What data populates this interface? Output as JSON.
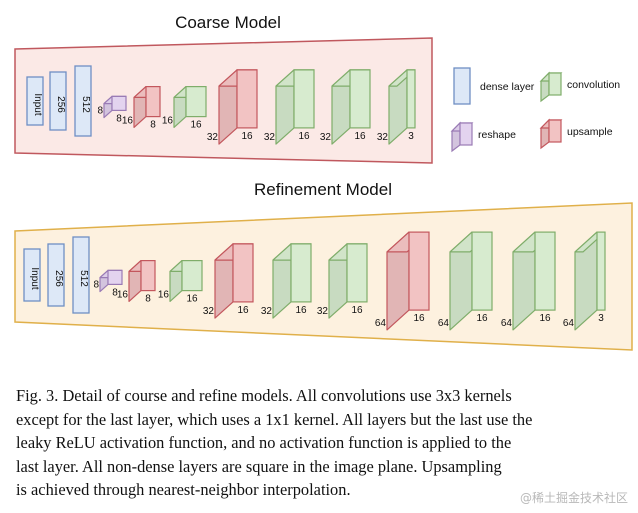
{
  "coarse": {
    "title": "Coarse Model",
    "dense": [
      "Input",
      "256",
      "512"
    ],
    "blocks": [
      {
        "kind": "reshape",
        "labels": [
          "8",
          "8"
        ]
      },
      {
        "kind": "upsample",
        "labels": [
          "16",
          "8"
        ]
      },
      {
        "kind": "convolution",
        "labels": [
          "16",
          "16"
        ]
      },
      {
        "kind": "upsample",
        "labels": [
          "32",
          "16"
        ]
      },
      {
        "kind": "convolution",
        "labels": [
          "32",
          "16"
        ]
      },
      {
        "kind": "convolution",
        "labels": [
          "32",
          "16"
        ]
      },
      {
        "kind": "convolution",
        "labels": [
          "32",
          "3"
        ]
      }
    ]
  },
  "refine": {
    "title": "Refinement Model",
    "dense": [
      "Input",
      "256",
      "512"
    ],
    "blocks": [
      {
        "kind": "reshape",
        "labels": [
          "8",
          "8"
        ]
      },
      {
        "kind": "upsample",
        "labels": [
          "16",
          "8"
        ]
      },
      {
        "kind": "convolution",
        "labels": [
          "16",
          "16"
        ]
      },
      {
        "kind": "upsample",
        "labels": [
          "32",
          "16"
        ]
      },
      {
        "kind": "convolution",
        "labels": [
          "32",
          "16"
        ]
      },
      {
        "kind": "convolution",
        "labels": [
          "32",
          "16"
        ]
      },
      {
        "kind": "upsample",
        "labels": [
          "64",
          "16"
        ]
      },
      {
        "kind": "convolution",
        "labels": [
          "64",
          "16"
        ]
      },
      {
        "kind": "convolution",
        "labels": [
          "64",
          "16"
        ]
      },
      {
        "kind": "convolution",
        "labels": [
          "64",
          "3"
        ]
      }
    ]
  },
  "legend": {
    "dense": "dense layer",
    "convolution": "convolution",
    "reshape": "reshape",
    "upsample": "upsample"
  },
  "colors": {
    "coarse_bg": "#fbe9e6",
    "coarse_border": "#c0585e",
    "refine_bg": "#fdf1df",
    "refine_border": "#e0b04a",
    "dense_fill": "#dde8f7",
    "dense_stroke": "#6f8fc4",
    "conv_fill": "#d7ebcf",
    "conv_stroke": "#7fad6a",
    "up_fill": "#f2c3c3",
    "up_stroke": "#c3575d",
    "reshape_fill": "#e3d3ef",
    "reshape_stroke": "#9a7bb5"
  },
  "caption": {
    "lines": [
      "Fig. 3.  Detail of course and refine models. All convolutions use 3x3 kernels",
      "except for the last layer, which uses a 1x1 kernel. All layers but the last use the",
      "leaky ReLU activation function, and no activation function is applied to the",
      "last layer. All non-dense layers are square in the image plane. Upsampling",
      "is achieved through nearest-neighbor interpolation."
    ]
  },
  "watermark": "@稀土掘金技术社区"
}
